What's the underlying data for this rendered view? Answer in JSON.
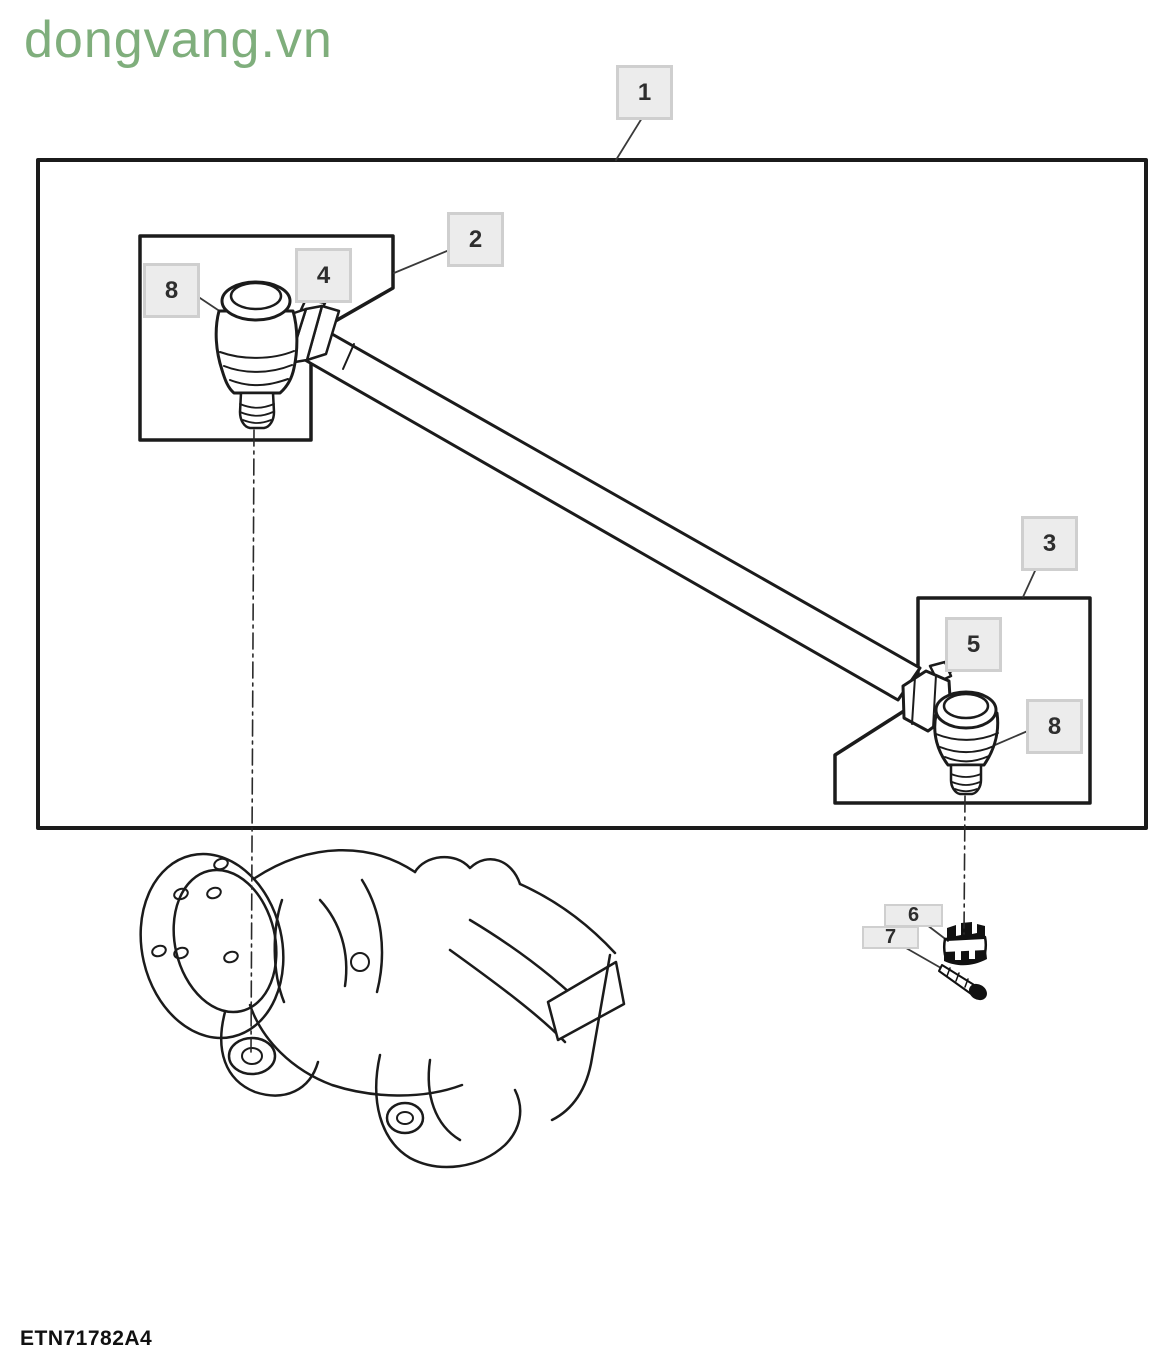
{
  "watermark": {
    "text": "dongvang.vn",
    "color": "#7fae7c"
  },
  "figure": {
    "code": "ETN71782A4"
  },
  "callouts": {
    "n1": "1",
    "n2": "2",
    "n3": "3",
    "n4": "4",
    "n5": "5",
    "n6": "6",
    "n7": "7",
    "n8a": "8",
    "n8b": "8"
  },
  "colors": {
    "line_art": "#1b1b1b",
    "leader_line": "#3a3a3a",
    "callout_fill": "#ececec",
    "callout_border": "#cfcfcf",
    "watermark_green": "#7fae7c",
    "background": "#ffffff"
  }
}
